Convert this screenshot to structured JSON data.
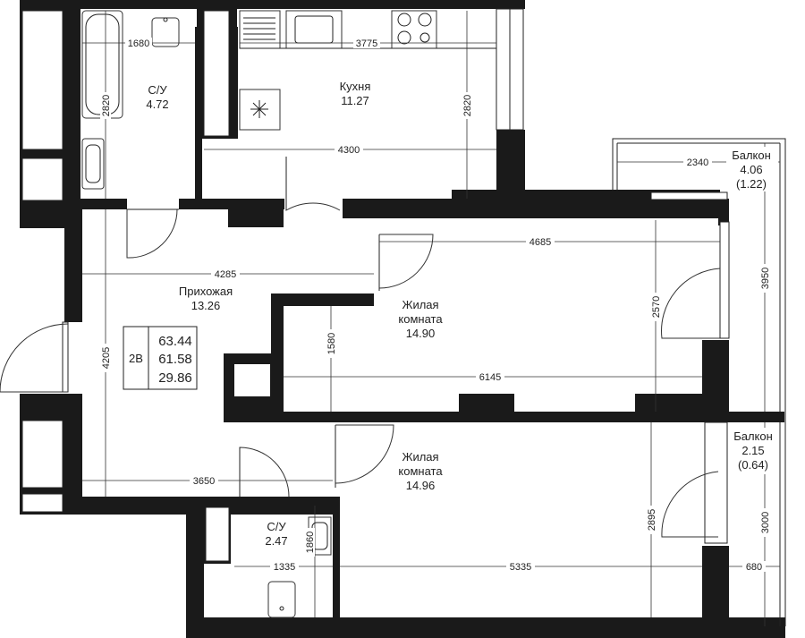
{
  "rooms": {
    "bath1": {
      "name": "С/У",
      "area": "4.72"
    },
    "kitchen": {
      "name": "Кухня",
      "area": "11.27"
    },
    "hall": {
      "name": "Прихожая",
      "area": "13.26"
    },
    "living1": {
      "name1": "Жилая",
      "name2": "комната",
      "area": "14.90"
    },
    "living2": {
      "name1": "Жилая",
      "name2": "комната",
      "area": "14.96"
    },
    "bath2": {
      "name": "С/У",
      "area": "2.47"
    },
    "balcony1": {
      "name": "Балкон",
      "area": "4.06",
      "area_coef": "(1.22)"
    },
    "balcony2": {
      "name": "Балкон",
      "area": "2.15",
      "area_coef": "(0.64)"
    }
  },
  "summary": {
    "type": "2В",
    "total": "63.44",
    "living_total": "61.58",
    "living_area": "29.86"
  },
  "dims": {
    "d1680": "1680",
    "d2820a": "2820",
    "d3775": "3775",
    "d2820b": "2820",
    "d4300": "4300",
    "d2340": "2340",
    "d3950": "3950",
    "d4685": "4685",
    "d4285": "4285",
    "d2570": "2570",
    "d1580": "1580",
    "d6145": "6145",
    "d4205": "4205",
    "d3650": "3650",
    "d2895": "2895",
    "d1860": "1860",
    "d1335": "1335",
    "d5335": "5335",
    "d3000": "3000",
    "d680": "680"
  }
}
